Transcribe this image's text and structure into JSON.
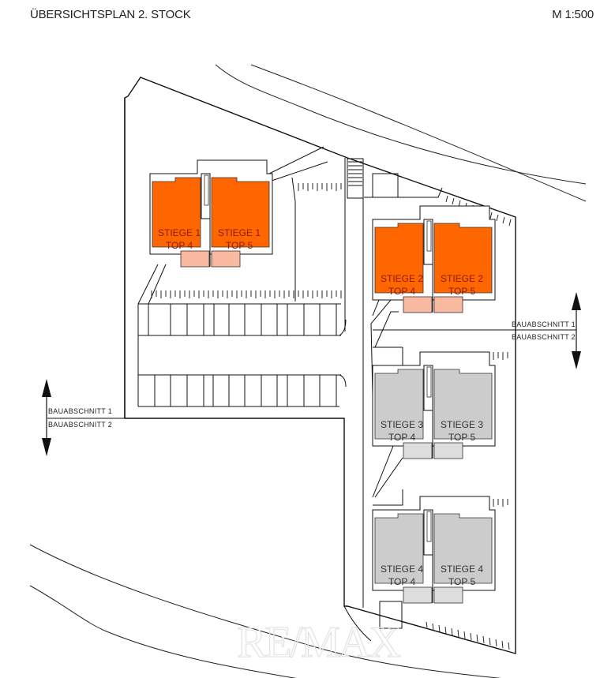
{
  "header": {
    "title": "ÜBERSICHTSPLAN 2. STOCK",
    "scale": "M 1:500"
  },
  "colors": {
    "highlight_unit": "#ff6600",
    "highlight_terrace": "#f9b8a0",
    "other_unit": "#cccccc",
    "other_terrace": "#dddddd",
    "line": "#111111"
  },
  "buildings": [
    {
      "stair": "STIEGE 1",
      "units": [
        {
          "line1": "STIEGE 1",
          "line2": "TOP 4"
        },
        {
          "line1": "STIEGE 1",
          "line2": "TOP 5"
        }
      ],
      "highlighted": true
    },
    {
      "stair": "STIEGE 2",
      "units": [
        {
          "line1": "STIEGE 2",
          "line2": "TOP 4"
        },
        {
          "line1": "STIEGE 2",
          "line2": "TOP 5"
        }
      ],
      "highlighted": true
    },
    {
      "stair": "STIEGE 3",
      "units": [
        {
          "line1": "STIEGE 3",
          "line2": "TOP 4"
        },
        {
          "line1": "STIEGE 3",
          "line2": "TOP 5"
        }
      ],
      "highlighted": false
    },
    {
      "stair": "STIEGE 4",
      "units": [
        {
          "line1": "STIEGE 4",
          "line2": "TOP 4"
        },
        {
          "line1": "STIEGE 4",
          "line2": "TOP 5"
        }
      ],
      "highlighted": false
    }
  ],
  "section_markers": {
    "left": {
      "above": "BAUABSCHNITT 1",
      "below": "BAUABSCHNITT 2"
    },
    "right": {
      "above": "BAUABSCHNITT 1",
      "below": "BAUABSCHNITT 2"
    }
  },
  "watermark": "RE/MAX"
}
